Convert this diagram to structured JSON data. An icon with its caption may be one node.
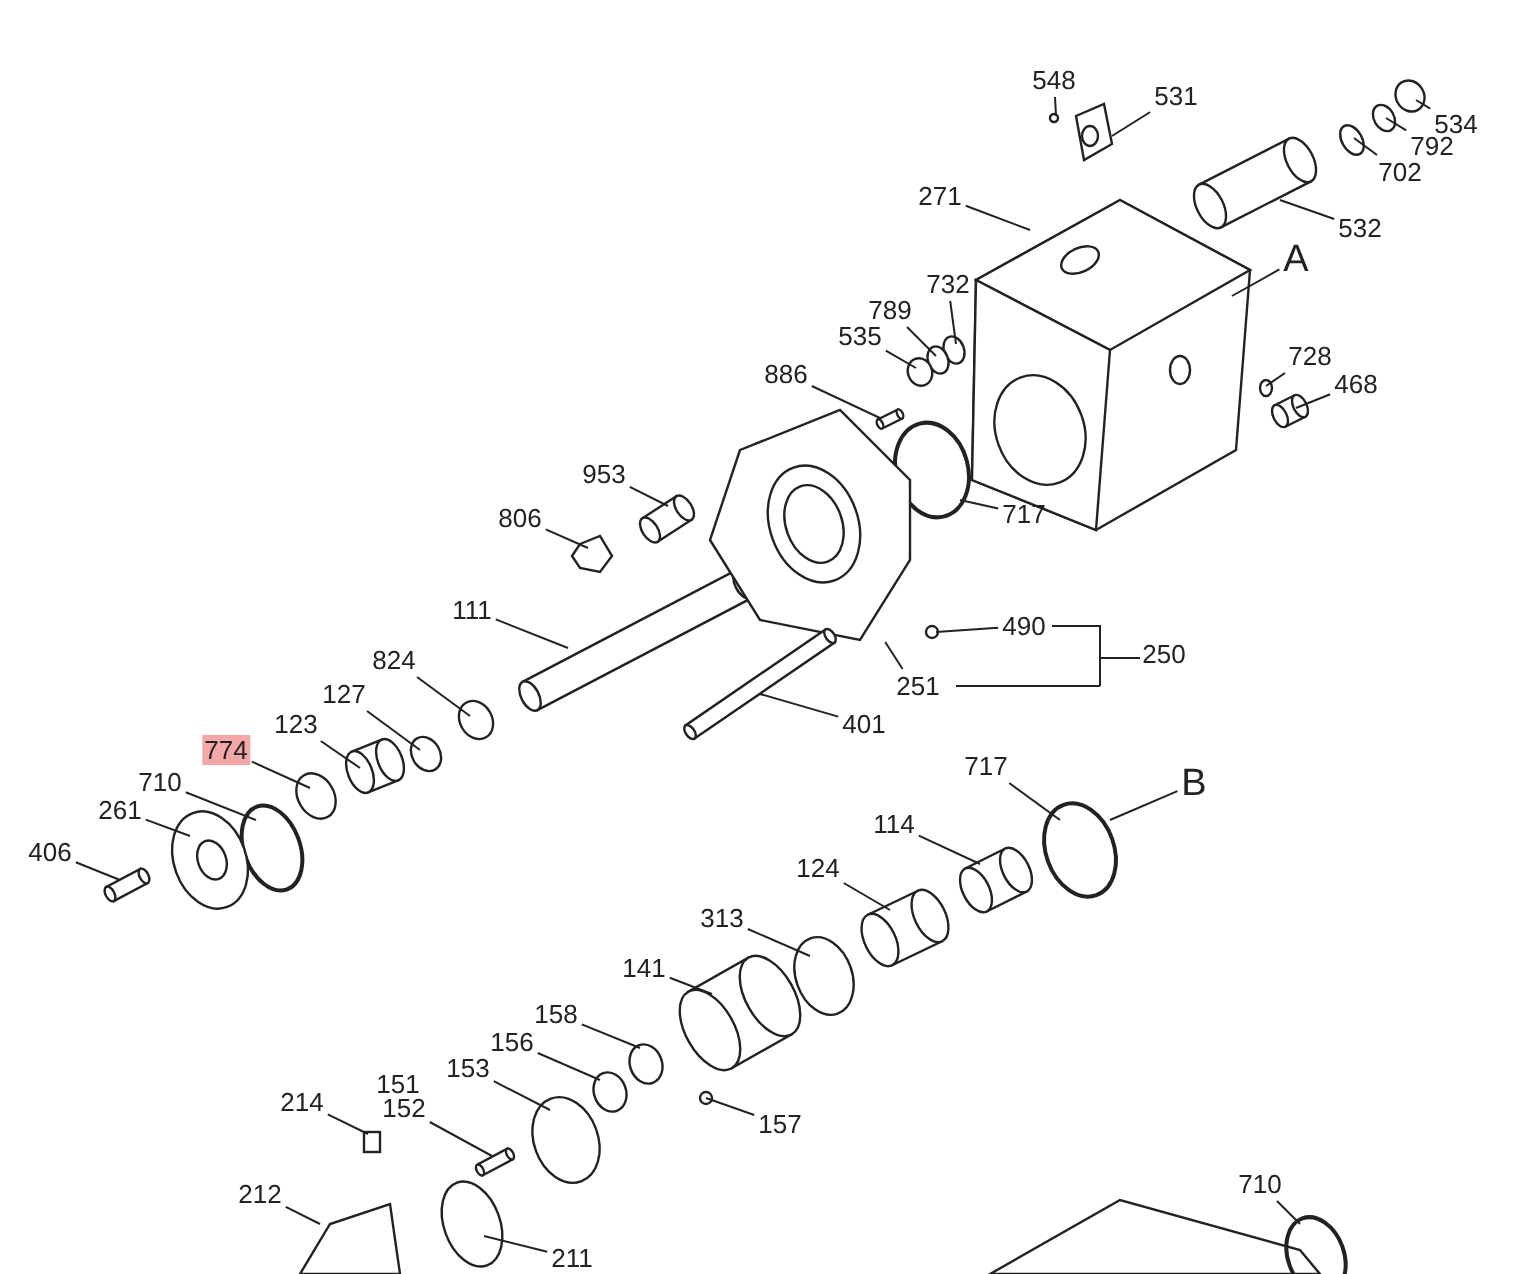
{
  "diagram": {
    "nodes": [
      {
        "text": [
          "548"
        ]
      },
      {
        "text": [
          "531"
        ]
      },
      {
        "text": [
          "534"
        ]
      },
      {
        "text": [
          "792"
        ]
      },
      {
        "text": [
          "702"
        ]
      },
      {
        "text": [
          "532"
        ]
      },
      {
        "text": [
          "271"
        ]
      },
      {
        "text": [
          "A"
        ]
      },
      {
        "text": [
          "732"
        ]
      },
      {
        "text": [
          "789"
        ]
      },
      {
        "text": [
          "535"
        ]
      },
      {
        "text": [
          "728"
        ]
      },
      {
        "text": [
          "886"
        ]
      },
      {
        "text": [
          "468"
        ]
      },
      {
        "text": [
          "953"
        ]
      },
      {
        "text": [
          "717"
        ]
      },
      {
        "text": [
          "806"
        ]
      },
      {
        "text": [
          "111"
        ]
      },
      {
        "text": [
          "490"
        ]
      },
      {
        "text": [
          "251"
        ]
      },
      {
        "text": [
          "824"
        ]
      },
      {
        "text": [
          "127"
        ]
      },
      {
        "text": [
          "401"
        ]
      },
      {
        "text": [
          "123"
        ]
      },
      {
        "text": [
          "774"
        ]
      },
      {
        "text": [
          "717"
        ]
      },
      {
        "text": [
          "710"
        ]
      },
      {
        "text": [
          "B"
        ]
      },
      {
        "text": [
          "261"
        ]
      },
      {
        "text": [
          "114"
        ]
      },
      {
        "text": [
          "406"
        ]
      },
      {
        "text": [
          "124"
        ]
      },
      {
        "text": [
          "313"
        ]
      },
      {
        "text": [
          "141"
        ]
      },
      {
        "text": [
          "158"
        ]
      },
      {
        "text": [
          "156"
        ]
      },
      {
        "text": [
          "153"
        ]
      },
      {
        "text": [
          "214"
        ]
      },
      {
        "text": [
          "152"
        ]
      },
      {
        "text": [
          "157"
        ]
      },
      {
        "text": [
          "212"
        ]
      },
      {
        "text": [
          "710"
        ]
      },
      {
        "text": [
          "211"
        ]
      },
      {
        "text": [],
        "shape": "circle"
      },
      {
        "text": [],
        "shape": "picture"
      },
      {
        "text": [],
        "shape": "circle"
      },
      {
        "text": [],
        "shape": "circle"
      },
      {
        "text": [],
        "shape": "circle"
      },
      {
        "text": [],
        "shape": "picture"
      },
      {
        "text": [],
        "shape": "picture"
      },
      {
        "text": [],
        "shape": "circle"
      },
      {
        "text": [],
        "shape": "circle"
      },
      {
        "text": [],
        "shape": "circle"
      },
      {
        "text": [],
        "shape": "circle"
      },
      {
        "text": [],
        "shape": "picture"
      },
      {
        "text": [],
        "shape": "picture"
      },
      {
        "text": [],
        "shape": "picture"
      },
      {
        "text": [],
        "shape": "circle"
      },
      {
        "text": [],
        "shape": "picture"
      },
      {
        "text": [],
        "shape": "picture"
      },
      {
        "text": [],
        "shape": "circle"
      },
      {
        "text": [],
        "shape": "picture"
      },
      {
        "text": [],
        "shape": "circle"
      },
      {
        "text": [],
        "shape": "circle"
      },
      {
        "text": [],
        "shape": "picture"
      },
      {
        "text": [],
        "shape": "picture"
      },
      {
        "text": [],
        "shape": "circle"
      },
      {
        "text": [],
        "shape": "circle"
      },
      {
        "text": [],
        "shape": "circle"
      },
      {
        "text": [],
        "shape": "picture"
      },
      {
        "text": [],
        "shape": "picture"
      },
      {
        "text": [],
        "shape": "picture"
      },
      {
        "text": [],
        "shape": "picture"
      },
      {
        "text": [],
        "shape": "circle"
      },
      {
        "text": [],
        "shape": "picture"
      },
      {
        "text": [],
        "shape": "circle"
      },
      {
        "text": [],
        "shape": "circle"
      },
      {
        "text": [],
        "shape": "circle"
      },
      {
        "text": [],
        "shape": "box"
      },
      {
        "text": [],
        "shape": "picture"
      },
      {
        "text": [],
        "shape": "circle"
      },
      {
        "text": [],
        "shape": "picture"
      },
      {
        "text": [],
        "shape": "circle"
      },
      {
        "text": [],
        "shape": "circle"
      }
    ],
    "edges": [
      {
        "from": 0,
        "to": 43,
        "arrow": "none"
      },
      {
        "from": 1,
        "to": 44,
        "arrow": "none"
      },
      {
        "from": 2,
        "to": 45,
        "arrow": "none"
      },
      {
        "from": 3,
        "to": 46,
        "arrow": "none"
      },
      {
        "from": 4,
        "to": 47,
        "arrow": "none"
      },
      {
        "from": 5,
        "to": 48,
        "arrow": "none"
      },
      {
        "from": 6,
        "to": 49,
        "arrow": "none"
      },
      {
        "from": 7,
        "to": 49,
        "arrow": "none"
      },
      {
        "from": 8,
        "to": 50,
        "arrow": "none"
      },
      {
        "from": 9,
        "to": 51,
        "arrow": "none"
      },
      {
        "from": 10,
        "to": 52,
        "arrow": "none"
      },
      {
        "from": 11,
        "to": 53,
        "arrow": "none"
      },
      {
        "from": 12,
        "to": 54,
        "arrow": "none"
      },
      {
        "from": 13,
        "to": 55,
        "arrow": "none"
      },
      {
        "from": 14,
        "to": 56,
        "arrow": "none"
      },
      {
        "from": 15,
        "to": 57,
        "arrow": "none"
      },
      {
        "from": 16,
        "to": 58,
        "arrow": "none"
      },
      {
        "from": 17,
        "to": 59,
        "arrow": "none"
      },
      {
        "from": 18,
        "to": 60,
        "arrow": "none"
      },
      {
        "from": 19,
        "to": 61,
        "arrow": "none"
      },
      {
        "from": 20,
        "to": 62,
        "arrow": "none"
      },
      {
        "from": 21,
        "to": 63,
        "arrow": "none"
      },
      {
        "from": 22,
        "to": 64,
        "arrow": "none"
      },
      {
        "from": 23,
        "to": 65,
        "arrow": "none"
      },
      {
        "from": 24,
        "to": 66,
        "arrow": "none"
      },
      {
        "from": 25,
        "to": 67,
        "arrow": "none"
      },
      {
        "from": 26,
        "to": 68,
        "arrow": "none"
      },
      {
        "from": 27,
        "to": 67,
        "arrow": "none"
      },
      {
        "from": 28,
        "to": 69,
        "arrow": "none"
      },
      {
        "from": 29,
        "to": 70,
        "arrow": "none"
      },
      {
        "from": 30,
        "to": 71,
        "arrow": "none"
      },
      {
        "from": 31,
        "to": 72,
        "arrow": "none"
      },
      {
        "from": 32,
        "to": 73,
        "arrow": "none"
      },
      {
        "from": 33,
        "to": 74,
        "arrow": "none"
      },
      {
        "from": 34,
        "to": 75,
        "arrow": "none"
      },
      {
        "from": 35,
        "to": 76,
        "arrow": "none"
      },
      {
        "from": 36,
        "to": 77,
        "arrow": "none"
      },
      {
        "from": 37,
        "to": 78,
        "arrow": "none"
      },
      {
        "from": 38,
        "to": 79,
        "arrow": "none"
      },
      {
        "from": 39,
        "to": 80,
        "arrow": "none"
      },
      {
        "from": 40,
        "to": 81,
        "arrow": "none"
      },
      {
        "from": 41,
        "to": 82,
        "arrow": "none"
      },
      {
        "from": 42,
        "to": 83,
        "arrow": "none"
      }
    ],
    "labels": [
      "250",
      "151"
    ]
  }
}
